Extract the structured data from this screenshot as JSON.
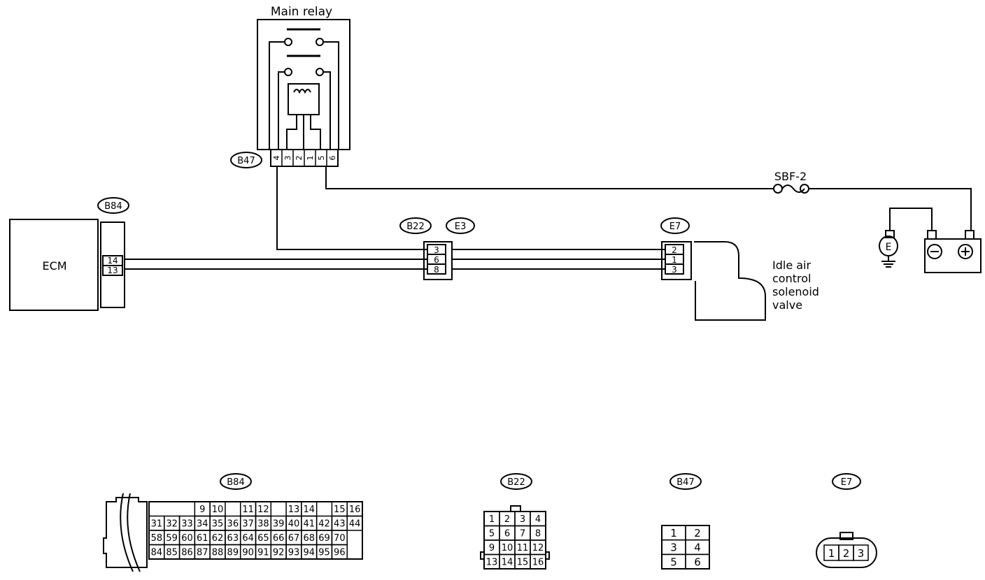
{
  "labels": {
    "main_relay": "Main relay",
    "ecm": "ECM",
    "fuse": "SBF-2",
    "battery_plus": "⊕",
    "battery_minus": "⊖",
    "ground": "E",
    "iacv": [
      "Idle air",
      "control",
      "solenoid",
      "valve"
    ]
  },
  "connectors": {
    "b47": "B47",
    "b84": "B84",
    "b22": "B22",
    "e3": "E3",
    "e7": "E7"
  },
  "relay_pins": [
    "4",
    "3",
    "2",
    "1",
    "5",
    "6"
  ],
  "ecm_pins": [
    "14",
    "13"
  ],
  "b22_e3_pins": [
    "3",
    "6",
    "8"
  ],
  "e7_pins": [
    "2",
    "1",
    "3"
  ],
  "face_labels": {
    "b84": "B84",
    "b22": "B22",
    "b47": "B47",
    "e7": "E7"
  },
  "b84_face": {
    "row1": [
      "9",
      "10",
      "",
      "11",
      "12",
      "",
      "13",
      "14",
      "",
      "15",
      "16"
    ],
    "row2": [
      "31",
      "32",
      "33",
      "34",
      "35",
      "36",
      "37",
      "38",
      "39",
      "40",
      "41",
      "42",
      "43",
      "44"
    ],
    "row3": [
      "58",
      "59",
      "60",
      "61",
      "62",
      "63",
      "64",
      "65",
      "66",
      "67",
      "68",
      "69",
      "70"
    ],
    "row4": [
      "84",
      "85",
      "86",
      "87",
      "88",
      "89",
      "90",
      "91",
      "92",
      "93",
      "94",
      "95",
      "96"
    ]
  },
  "b22_face": [
    [
      "1",
      "2",
      "3",
      "4"
    ],
    [
      "5",
      "6",
      "7",
      "8"
    ],
    [
      "9",
      "10",
      "11",
      "12"
    ],
    [
      "13",
      "14",
      "15",
      "16"
    ]
  ],
  "b47_face": [
    [
      "1",
      "2"
    ],
    [
      "3",
      "4"
    ],
    [
      "5",
      "6"
    ]
  ],
  "e7_face": [
    "1",
    "2",
    "3"
  ]
}
